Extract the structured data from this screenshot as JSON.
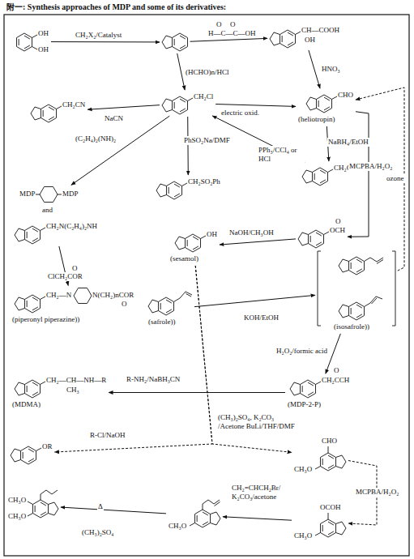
{
  "diagram": {
    "title": "附一: Synthesis approaches of MDP and some of its derivatives:",
    "nodes": [
      {
        "text": [
          "OH",
          "OH"
        ]
      },
      {
        "text": []
      },
      {
        "text": [
          "CH—COOH",
          "OH"
        ]
      },
      {
        "text": [
          "CH₂Cl"
        ]
      },
      {
        "text": [
          "CHO",
          "(heliotropin)"
        ]
      },
      {
        "text": [
          "CH₂CN"
        ]
      },
      {
        "text": [
          "MDP",
          "MDP",
          "and"
        ]
      },
      {
        "text": [
          "CH₂SO₂Ph"
        ]
      },
      {
        "text": [
          "CH₂OH"
        ]
      },
      {
        "text": [
          "CH₂N(C₂H₄)₂NH"
        ]
      },
      {
        "text": [
          "OCH"
        ]
      },
      {
        "text": [
          "OH",
          "(sesamol)"
        ]
      },
      {
        "text": [
          "CH₂—N",
          "N(CH₂)nCOR",
          "(piperonyl piperazine))"
        ]
      },
      {
        "text": [
          "(safrole))"
        ]
      },
      {
        "text": [
          "(isosafrole))"
        ]
      },
      {
        "text": [
          "CH₂—CH—NH—R",
          "CH₃",
          "(MDMA)"
        ]
      },
      {
        "text": [
          "CH₂CCH",
          "(MDP-2-P)"
        ]
      },
      {
        "text": [
          "OR"
        ]
      },
      {
        "text": [
          "CHO",
          "CH₃O"
        ]
      },
      {
        "text": [
          "CH₃O"
        ]
      },
      {
        "text": [
          "OCOH",
          "CH₃O"
        ]
      },
      {
        "text": [
          "CH₃O",
          "CH₃O"
        ]
      }
    ],
    "edges": [
      {
        "from": 0,
        "to": 1,
        "arrow": "to",
        "label": "CH₂X₂/Catalyst"
      },
      {
        "from": 1,
        "to": 2,
        "arrow": "to",
        "label": "H—C—C—OH"
      },
      {
        "from": 1,
        "to": 3,
        "arrow": "to",
        "label": "(HCHO)n/HCl"
      },
      {
        "from": 2,
        "to": 4,
        "arrow": "to",
        "label": "HNO₃"
      },
      {
        "from": 3,
        "to": 4,
        "arrow": "to",
        "label": "electric oxid."
      },
      {
        "from": 3,
        "to": 5,
        "arrow": "to",
        "label": "NaCN"
      },
      {
        "from": 3,
        "to": 6,
        "arrow": "to",
        "label": "(C₂H₄)₂(NH)₂"
      },
      {
        "from": 3,
        "to": 7,
        "arrow": "to",
        "label": "PhSO₂Na/DMF"
      },
      {
        "from": 8,
        "to": 3,
        "arrow": "to",
        "label": "PPh₃/CCl₄ or HCl"
      },
      {
        "from": 4,
        "to": 8,
        "arrow": "to",
        "label": "NaBH₄/EtOH"
      },
      {
        "from": 4,
        "to": 10,
        "arrow": "to",
        "label": "MCPBA/H₂O₂"
      },
      {
        "from": 14,
        "to": 4,
        "arrow": "to",
        "label": "ozone"
      },
      {
        "from": 10,
        "to": 11,
        "arrow": "to",
        "label": "NaOH/CH₃OH"
      },
      {
        "from": 9,
        "to": 12,
        "arrow": "to",
        "label": "ClCH₂COR"
      },
      {
        "from": 13,
        "to": 14,
        "arrow": "to",
        "label": "KOH/EtOH"
      },
      {
        "from": 14,
        "to": 16,
        "arrow": "to",
        "label": "H₂O₂/formic acid"
      },
      {
        "from": 16,
        "to": 15,
        "arrow": "to",
        "label": "R-NH₂/NaBH₃CN"
      },
      {
        "from": 11,
        "to": 17,
        "arrow": "to",
        "label": "R-Cl/NaOH"
      },
      {
        "from": 11,
        "to": 18,
        "arrow": "to",
        "label": "(CH₃)₂SO₄, K₂CO₃ /Acetone BuLi/THF/DMF"
      },
      {
        "from": 18,
        "to": 20,
        "arrow": "to",
        "label": "MCPBA/H₂O₂"
      },
      {
        "from": 20,
        "to": 19,
        "arrow": "to",
        "label": "CH₂=CHCH₂Br/ K₂CO₃/acetone"
      },
      {
        "from": 19,
        "to": 21,
        "arrow": "to",
        "label": "(CH₃)₂SO₄"
      }
    ],
    "labels": [
      "O",
      "O",
      "O",
      "O",
      "O",
      "O",
      "Δ"
    ]
  }
}
